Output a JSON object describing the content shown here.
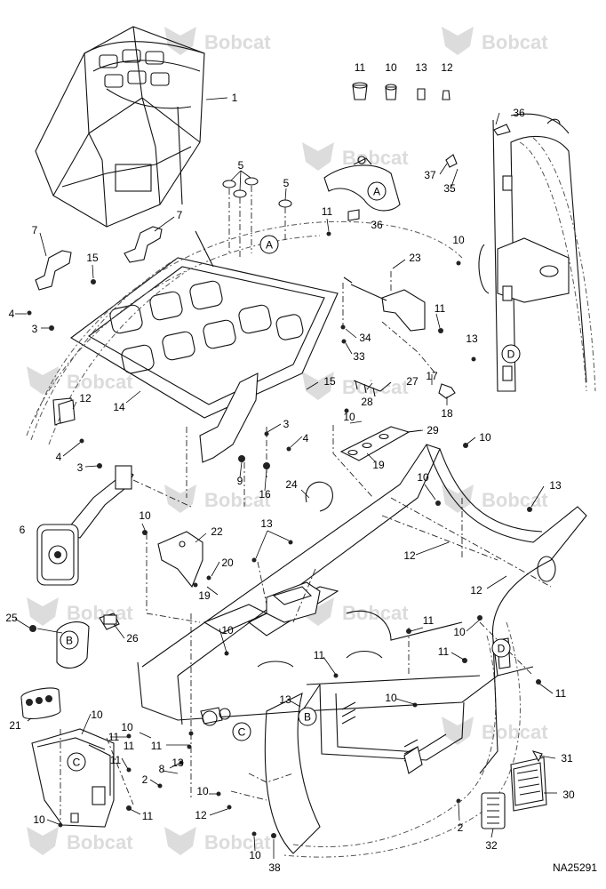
{
  "watermark": {
    "brand": "Bobcat"
  },
  "figure_code": "NA25291",
  "callouts": {
    "c1": "1",
    "c2a": "2",
    "c2b": "2",
    "c3a": "3",
    "c3b": "3",
    "c3c": "3",
    "c4a": "4",
    "c4b": "4",
    "c4c": "4",
    "c5a": "5",
    "c5b": "5",
    "c6": "6",
    "c7a": "7",
    "c7b": "7",
    "c8": "8",
    "c9": "9",
    "c10a": "10",
    "c10b": "10",
    "c10c": "10",
    "c10d": "10",
    "c10e": "10",
    "c10f": "10",
    "c10g": "10",
    "c10h": "10",
    "c10i": "10",
    "c10j": "10",
    "c10k": "10",
    "c10l": "10",
    "c10m": "10",
    "c10n": "10",
    "c11a": "11",
    "c11b": "11",
    "c11c": "11",
    "c11d": "11",
    "c11e": "11",
    "c11f": "11",
    "c11g": "11",
    "c11h": "11",
    "c11i": "11",
    "c11j": "11",
    "c11k": "11",
    "c11l": "11",
    "c12a": "12",
    "c12b": "12",
    "c12c": "12",
    "c12d": "12",
    "c12e": "12",
    "c13a": "13",
    "c13b": "13",
    "c13c": "13",
    "c13d": "13",
    "c13e": "13",
    "c13f": "13",
    "c14": "14",
    "c15a": "15",
    "c15b": "15",
    "c16": "16",
    "c17": "17",
    "c18": "18",
    "c19a": "19",
    "c19b": "19",
    "c20": "20",
    "c21": "21",
    "c22": "22",
    "c23": "23",
    "c24": "24",
    "c25": "25",
    "c26": "26",
    "c27": "27",
    "c28": "28",
    "c29": "29",
    "c30": "30",
    "c31": "31",
    "c32": "32",
    "c33": "33",
    "c34": "34",
    "c35": "35",
    "c36a": "36",
    "c36b": "36",
    "c37": "37",
    "c38": "38"
  },
  "tags": {
    "tA1": "A",
    "tA2": "A",
    "tB1": "B",
    "tB2": "B",
    "tC1": "C",
    "tC2": "C",
    "tD1": "D",
    "tD2": "D"
  },
  "icons": [
    "bobcat-logo-icon"
  ]
}
